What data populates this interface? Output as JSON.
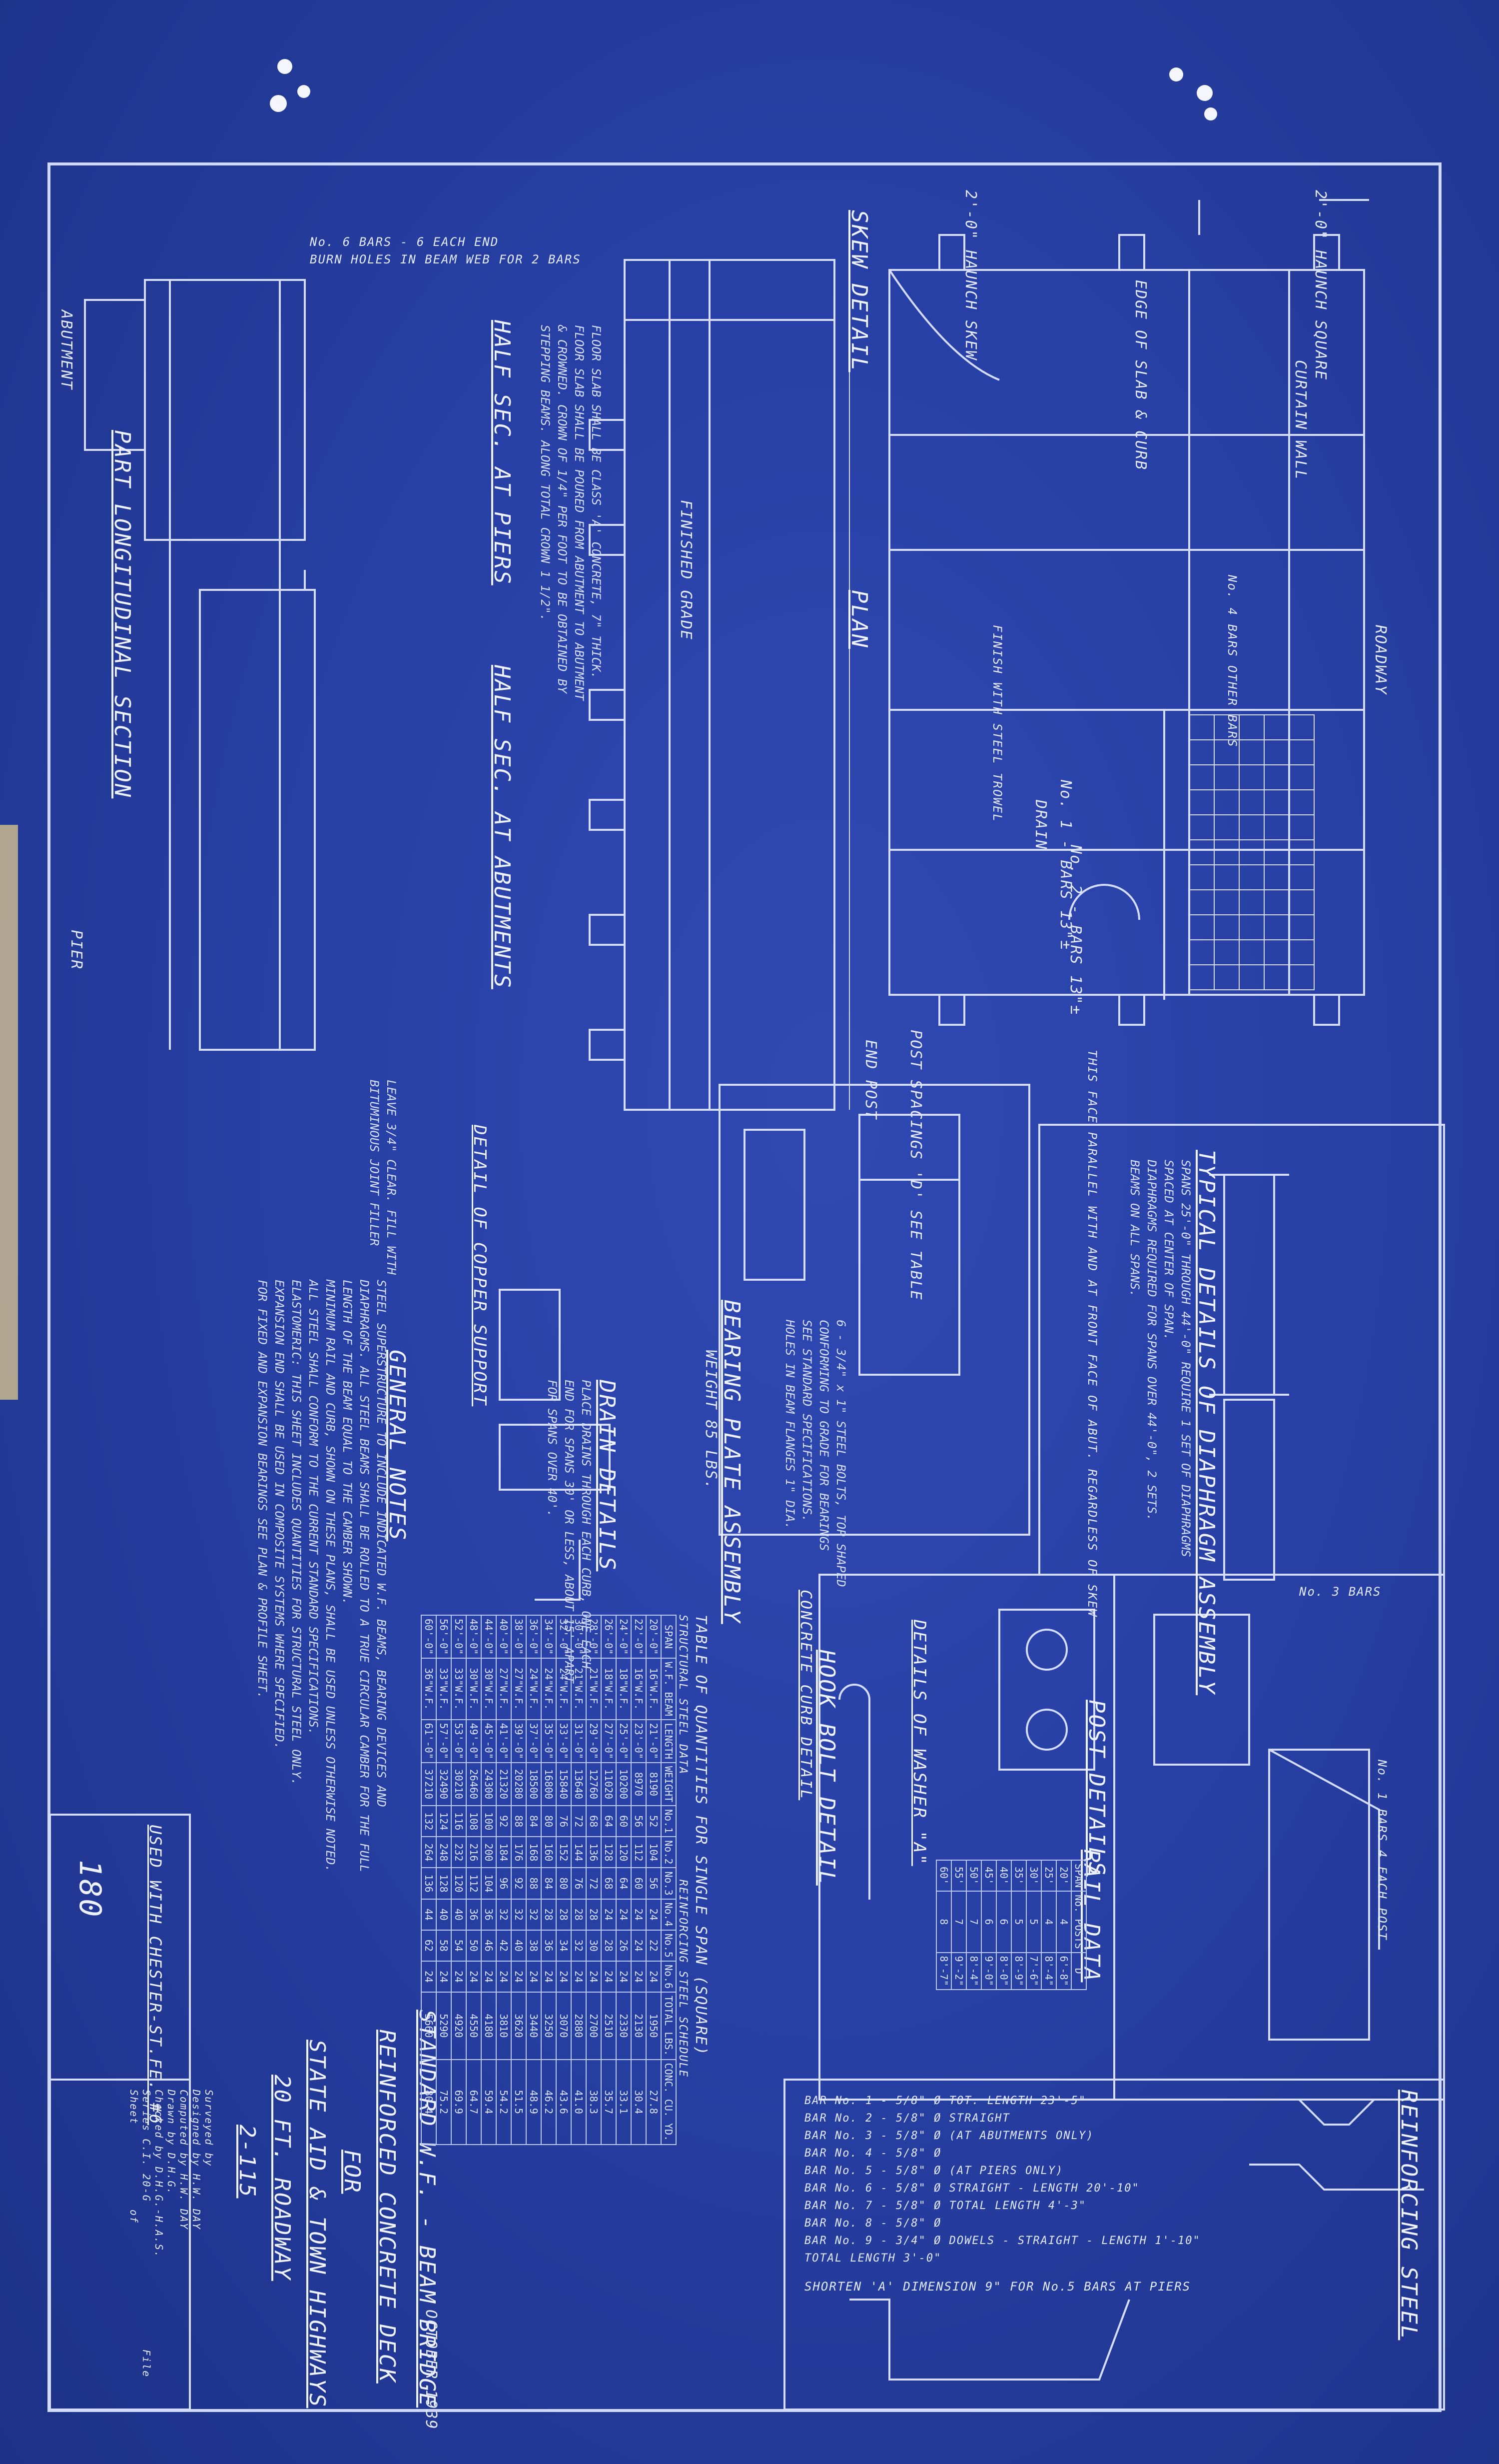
{
  "sheet": {
    "title_block": {
      "line1": "STANDARD W.F. - BEAM BRIDGE",
      "line2": "REINFORCED CONCRETE DECK",
      "line3": "FOR",
      "line4": "STATE AID & TOWN HIGHWAYS",
      "line5": "20 FT. ROADWAY",
      "line6": "2-115",
      "surveyed": "Surveyed by",
      "designed": "Designed by  H.W. DAY",
      "computed": "Computed by  H.W. DAY",
      "drawn": "Drawn by  D.H.G.",
      "checked": "Checked by  D.H.G.-H.A.S.",
      "series": "Series  C.I. 20-G",
      "sheet": "Sheet",
      "file": "File",
      "of": "of",
      "date": "OCTOBER 1939"
    },
    "used_with": "USED WITH CHESTER-ST.FE. #6",
    "handwritten": "180",
    "views": {
      "skew_detail": "SKEW DETAIL",
      "plan": "PLAN",
      "half_sec_piers": "HALF SEC. AT PIERS",
      "half_sec_abutments": "HALF SEC. AT ABUTMENTS",
      "part_longitudinal": "PART LONGITUDINAL SECTION",
      "typical_diaphragm": "TYPICAL DETAILS OF DIAPHRAGM ASSEMBLY",
      "bearing_plate": "BEARING PLATE ASSEMBLY",
      "bearing_weight": "WEIGHT 85 LBS.",
      "post_details": "POST DETAILS",
      "hook_bolt": "HOOK BOLT DETAIL",
      "washer": "DETAILS OF WASHER \"A\"",
      "drain": "DRAIN DETAILS",
      "reinforcing_steel": "REINFORCING STEEL",
      "rail_data": "RAIL DATA",
      "general_notes": "GENERAL NOTES",
      "copper_support": "DETAIL OF COPPER SUPPORT",
      "concrete_curb": "CONCRETE CURB DETAIL"
    },
    "labels": {
      "haunch_skew": "2'-0\" HAUNCH SKEW",
      "haunch_square": "2'-0\" HAUNCH SQUARE",
      "edge_slab_curb": "EDGE OF SLAB & CURB",
      "curtain_wall": "CURTAIN WALL",
      "no1_bars": "No. 1 - BARS 13\"±",
      "no2_bars": "No. 2 - BARS 13\"±",
      "drain": "DRAIN",
      "post_spacings": "POST SPACINGS 'D' SEE TABLE",
      "face_parallel": "THIS FACE PARALLEL WITH AND AT FRONT FACE OF ABUT. REGARDLESS OF SKEW",
      "end_post": "END POST",
      "roadway": "ROADWAY",
      "finished_grade": "FINISHED GRADE",
      "no6_bars": "No. 6 BARS - 6 EACH END",
      "burn_holes": "BURN HOLES IN BEAM WEB FOR 2 BARS",
      "abutment": "ABUTMENT",
      "pier": "PIER",
      "no3_bars": "No. 3 BARS",
      "no1_bars_post": "No. 1 BARS 4 EACH POST",
      "finish_steel": "FINISH WITH STEEL TROWEL",
      "no4_bars": "No. 4 BARS OTHER BARS"
    },
    "slab_note": "FLOOR SLAB SHALL BE CLASS 'A' CONCRETE, 7\" THICK.\nFLOOR SLAB SHALL BE POURED FROM ABUTMENT TO ABUTMENT\n& CROWNED. CROWN OF 1/4\" PER FOOT TO BE OBTAINED BY\nSTEPPING BEAMS. ALONG TOTAL CROWN 1 1/2\".",
    "general_notes_text": "STEEL SUPERSTRUCTURE TO INCLUDE INDICATED W.F. BEAMS, BEARING DEVICES AND\nDIAPHRAGMS. ALL STEEL BEAMS SHALL BE ROLLED TO A TRUE CIRCULAR CAMBER FOR THE FULL\nLENGTH OF THE BEAM EQUAL TO THE CAMBER SHOWN.\nMINIMUM RAIL AND CURB, SHOWN ON THESE PLANS, SHALL BE USED UNLESS OTHERWISE NOTED.\nALL STEEL SHALL CONFORM TO THE CURRENT STANDARD SPECIFICATIONS.\nELASTOMERIC: THIS SHEET INCLUDES QUANTITIES FOR STRUCTURAL STEEL ONLY.\nEXPANSION END SHALL BE USED IN COMPOSITE SYSTEMS WHERE SPECIFIED.\nFOR FIXED AND EXPANSION BEARINGS SEE PLAN & PROFILE SHEET.",
    "diaphragm_note": "SPANS 25'-0\" THROUGH 44'-0\" REQUIRE 1 SET OF DIAPHRAGMS\nSPACED AT CENTER OF SPAN.\nDIAPHRAGMS REQUIRED FOR SPANS OVER 44'-0\", 2 SETS.\nBEAMS ON ALL SPANS.",
    "bearing_note": "6 - 3/4\" x 1\" STEEL BOLTS, TOP SHAPED\nCONFORMING TO GRADE FOR BEARINGS\nSEE STANDARD SPECIFICATIONS.\nHOLES IN BEAM FLANGES 1\" DIA.",
    "drain_note": "PLACE DRAINS THROUGH EACH CURB, ONE EACH\nEND FOR SPANS 30' OR LESS, ABOUT 15' APART\nFOR SPANS OVER 40'.",
    "copper_note": "LEAVE 3/4\" CLEAR. FILL WITH\nBITUMINOUS JOINT FILLER",
    "quantities": {
      "title": "TABLE OF QUANTITIES FOR SINGLE SPAN (SQUARE)",
      "structural_steel": "STRUCTURAL STEEL DATA",
      "reinforcing": "REINFORCING STEEL SCHEDULE",
      "headers": [
        "SPAN",
        "W.F. BEAM",
        "LENGTH",
        "WEIGHT",
        "No.1",
        "No.2",
        "No.3",
        "No.4",
        "No.5",
        "No.6",
        "TOTAL LBS.",
        "CONC. CU. YD."
      ],
      "rows": [
        [
          "20'-0\"",
          "16\"W.F.",
          "21'-0\"",
          "8190",
          "52",
          "104",
          "56",
          "24",
          "22",
          "24",
          "1950",
          "27.8"
        ],
        [
          "22'-0\"",
          "16\"W.F.",
          "23'-0\"",
          "8970",
          "56",
          "112",
          "60",
          "24",
          "24",
          "24",
          "2130",
          "30.4"
        ],
        [
          "24'-0\"",
          "18\"W.F.",
          "25'-0\"",
          "10200",
          "60",
          "120",
          "64",
          "24",
          "26",
          "24",
          "2330",
          "33.1"
        ],
        [
          "26'-0\"",
          "18\"W.F.",
          "27'-0\"",
          "11020",
          "64",
          "128",
          "68",
          "24",
          "28",
          "24",
          "2510",
          "35.7"
        ],
        [
          "28'-0\"",
          "21\"W.F.",
          "29'-0\"",
          "12760",
          "68",
          "136",
          "72",
          "28",
          "30",
          "24",
          "2700",
          "38.3"
        ],
        [
          "30'-0\"",
          "21\"W.F.",
          "31'-0\"",
          "13640",
          "72",
          "144",
          "76",
          "28",
          "32",
          "24",
          "2880",
          "41.0"
        ],
        [
          "32'-0\"",
          "24\"W.F.",
          "33'-0\"",
          "15840",
          "76",
          "152",
          "80",
          "28",
          "34",
          "24",
          "3070",
          "43.6"
        ],
        [
          "34'-0\"",
          "24\"W.F.",
          "35'-0\"",
          "16800",
          "80",
          "160",
          "84",
          "28",
          "36",
          "24",
          "3250",
          "46.2"
        ],
        [
          "36'-0\"",
          "24\"W.F.",
          "37'-0\"",
          "18500",
          "84",
          "168",
          "88",
          "32",
          "38",
          "24",
          "3440",
          "48.9"
        ],
        [
          "38'-0\"",
          "27\"W.F.",
          "39'-0\"",
          "20280",
          "88",
          "176",
          "92",
          "32",
          "40",
          "24",
          "3620",
          "51.5"
        ],
        [
          "40'-0\"",
          "27\"W.F.",
          "41'-0\"",
          "21320",
          "92",
          "184",
          "96",
          "32",
          "42",
          "24",
          "3810",
          "54.2"
        ],
        [
          "44'-0\"",
          "30\"W.F.",
          "45'-0\"",
          "24300",
          "100",
          "200",
          "104",
          "36",
          "46",
          "24",
          "4180",
          "59.4"
        ],
        [
          "48'-0\"",
          "30\"W.F.",
          "49'-0\"",
          "26460",
          "108",
          "216",
          "112",
          "36",
          "50",
          "24",
          "4550",
          "64.7"
        ],
        [
          "52'-0\"",
          "33\"W.F.",
          "53'-0\"",
          "30210",
          "116",
          "232",
          "120",
          "40",
          "54",
          "24",
          "4920",
          "69.9"
        ],
        [
          "56'-0\"",
          "33\"W.F.",
          "57'-0\"",
          "32490",
          "124",
          "248",
          "128",
          "40",
          "58",
          "24",
          "5290",
          "75.2"
        ],
        [
          "60'-0\"",
          "36\"W.F.",
          "61'-0\"",
          "37210",
          "132",
          "264",
          "136",
          "44",
          "62",
          "24",
          "5660",
          "80.4"
        ]
      ]
    },
    "rail_data": {
      "headers": [
        "SPAN",
        "No. POSTS",
        "D"
      ],
      "rows": [
        [
          "20'",
          "4",
          "6'-8\""
        ],
        [
          "25'",
          "4",
          "8'-4\""
        ],
        [
          "30'",
          "5",
          "7'-6\""
        ],
        [
          "35'",
          "5",
          "8'-9\""
        ],
        [
          "40'",
          "6",
          "8'-0\""
        ],
        [
          "45'",
          "6",
          "9'-0\""
        ],
        [
          "50'",
          "7",
          "8'-4\""
        ],
        [
          "55'",
          "7",
          "9'-2\""
        ],
        [
          "60'",
          "8",
          "8'-7\""
        ]
      ]
    },
    "bar_list": [
      "BAR No. 1 - 5/8\" Ø  TOT. LENGTH  23'-5\"",
      "BAR No. 2 - 5/8\" Ø  STRAIGHT",
      "BAR No. 3 - 5/8\" Ø  (AT ABUTMENTS ONLY)",
      "BAR No. 4 - 5/8\" Ø",
      "BAR No. 5 - 5/8\" Ø  (AT PIERS ONLY)",
      "BAR No. 6 - 5/8\" Ø  STRAIGHT - LENGTH 20'-10\"",
      "BAR No. 7 - 5/8\" Ø  TOTAL LENGTH 4'-3\"",
      "BAR No. 8 - 5/8\" Ø",
      "BAR No. 9 - 3/4\" Ø  DOWELS - STRAIGHT - LENGTH 1'-10\"",
      "TOTAL LENGTH 3'-0\""
    ],
    "shorten_note": "SHORTEN 'A' DIMENSION 9\" FOR No.5 BARS AT PIERS",
    "colors": {
      "paper": "#2840a5",
      "line": "#d9e2ff"
    }
  }
}
